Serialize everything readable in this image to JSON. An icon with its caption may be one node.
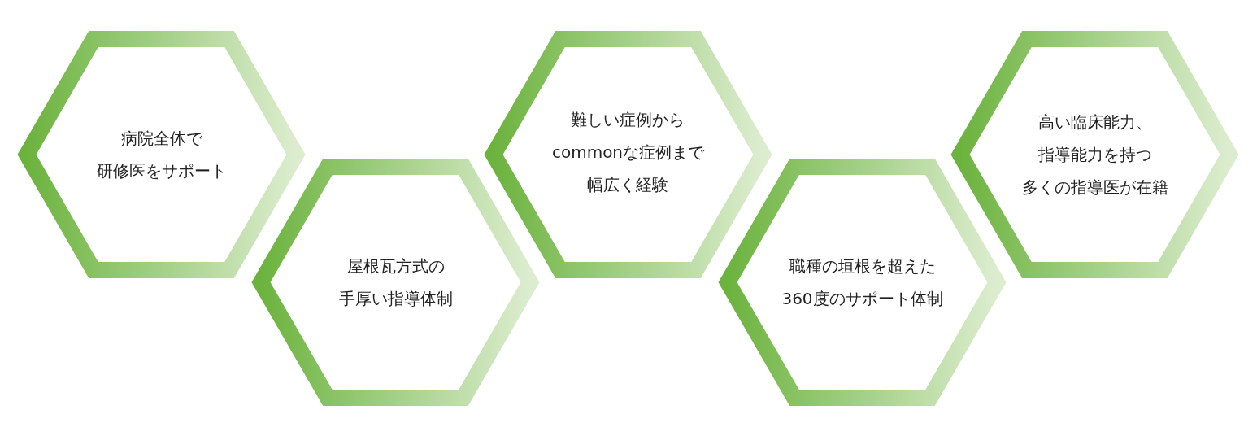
{
  "diagram": {
    "nodes": [
      {
        "text": [
          "病院全体で研修医をサポート"
        ]
      },
      {
        "text": [
          "屋根瓦方式の手厚い指導体制"
        ]
      },
      {
        "text": [
          "難しい症例からcommonな症例まで幅広く経験"
        ]
      },
      {
        "text": [
          "職種の垣根を超えた360度のサポート体制"
        ]
      },
      {
        "text": [
          "高い臨床能力、指導能力を持つ多くの指導医が在籍"
        ]
      }
    ]
  }
}
